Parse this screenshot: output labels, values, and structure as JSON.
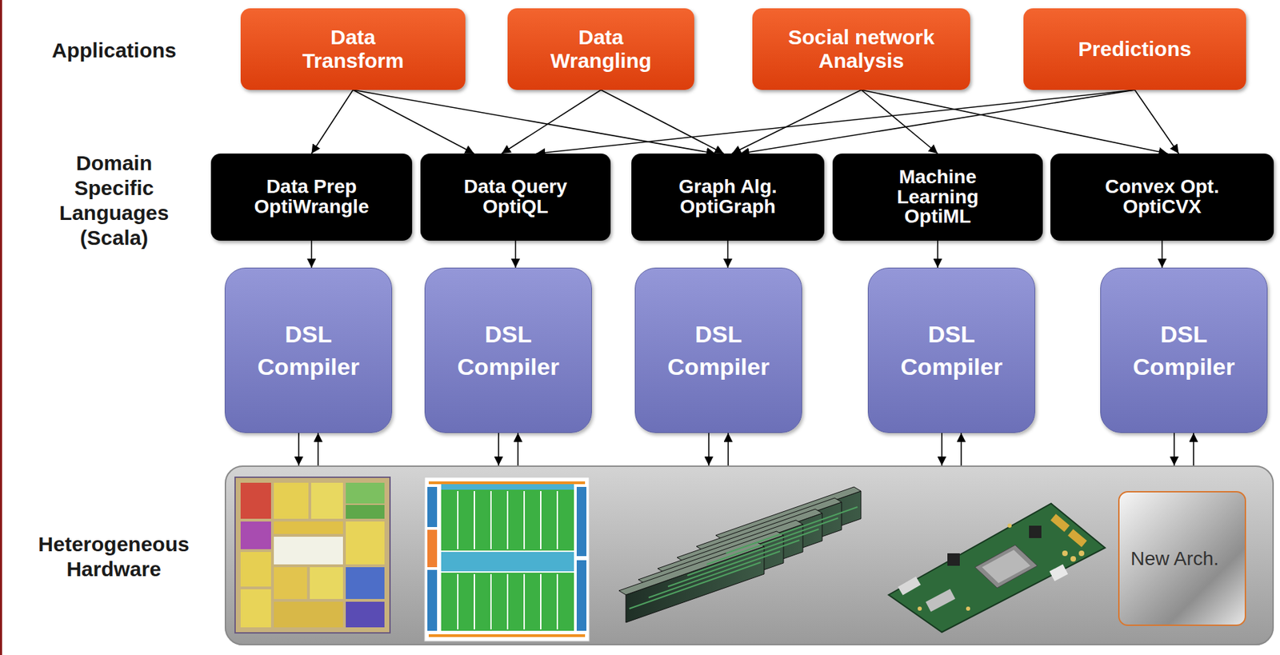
{
  "diagram": {
    "nodes": [
      {
        "text": [
          "Data Transform"
        ]
      },
      {
        "text": [
          "Data Wrangling"
        ]
      },
      {
        "text": [
          "Social network Analysis"
        ]
      },
      {
        "text": [
          "Predictions"
        ]
      },
      {
        "text": [
          "Data Prep",
          "OptiWrangle"
        ]
      },
      {
        "text": [
          "Data Query",
          "OptiQL"
        ]
      },
      {
        "text": [
          "Graph Alg.",
          "OptiGraph"
        ]
      },
      {
        "text": [
          "Machine Learning",
          "OptiML"
        ]
      },
      {
        "text": [
          "Convex Opt.",
          "OptiCVX"
        ]
      },
      {
        "text": [
          "DSL Compiler"
        ]
      },
      {
        "text": [
          "DSL Compiler"
        ]
      },
      {
        "text": [
          "DSL Compiler"
        ]
      },
      {
        "text": [
          "DSL Compiler"
        ]
      },
      {
        "text": [
          "DSL Compiler"
        ]
      },
      {
        "text": [
          "Heterogeneous Hardware"
        ]
      },
      {
        "text": [
          "New Arch."
        ],
        "in": 14
      }
    ],
    "edges": [
      {
        "from": 0,
        "to": 4,
        "arrow": "to"
      },
      {
        "from": 0,
        "to": 5,
        "arrow": "to"
      },
      {
        "from": 0,
        "to": 6,
        "arrow": "to"
      },
      {
        "from": 1,
        "to": 5,
        "arrow": "to"
      },
      {
        "from": 1,
        "to": 6,
        "arrow": "to"
      },
      {
        "from": 2,
        "to": 6,
        "arrow": "to"
      },
      {
        "from": 2,
        "to": 7,
        "arrow": "to"
      },
      {
        "from": 2,
        "to": 8,
        "arrow": "to"
      },
      {
        "from": 3,
        "to": 5,
        "arrow": "to"
      },
      {
        "from": 3,
        "to": 6,
        "arrow": "to"
      },
      {
        "from": 3,
        "to": 8,
        "arrow": "to"
      },
      {
        "from": 4,
        "to": 9,
        "arrow": "to"
      },
      {
        "from": 5,
        "to": 10,
        "arrow": "to"
      },
      {
        "from": 6,
        "to": 11,
        "arrow": "to"
      },
      {
        "from": 7,
        "to": 12,
        "arrow": "to"
      },
      {
        "from": 8,
        "to": 13,
        "arrow": "to"
      },
      {
        "from": 9,
        "to": 14,
        "arrow": "to"
      },
      {
        "from": 14,
        "to": 9,
        "arrow": "to"
      },
      {
        "from": 10,
        "to": 14,
        "arrow": "to"
      },
      {
        "from": 14,
        "to": 10,
        "arrow": "to"
      },
      {
        "from": 11,
        "to": 14,
        "arrow": "to"
      },
      {
        "from": 14,
        "to": 11,
        "arrow": "to"
      },
      {
        "from": 12,
        "to": 14,
        "arrow": "to"
      },
      {
        "from": 14,
        "to": 12,
        "arrow": "to"
      },
      {
        "from": 13,
        "to": 14,
        "arrow": "to"
      },
      {
        "from": 14,
        "to": 13,
        "arrow": "to"
      }
    ],
    "labels": [
      "Applications",
      "Domain Specific Languages (Scala)"
    ]
  }
}
